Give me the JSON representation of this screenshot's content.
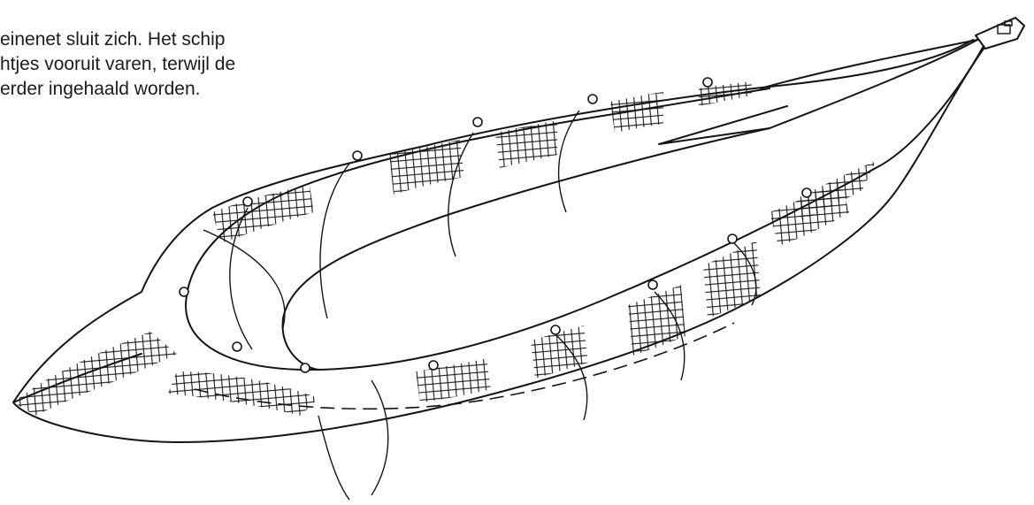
{
  "caption": {
    "lines": [
      "einenet sluit zich.  Het schip",
      "htjes vooruit varen, terwijl de",
      "erder ingehaald worden."
    ]
  }
}
